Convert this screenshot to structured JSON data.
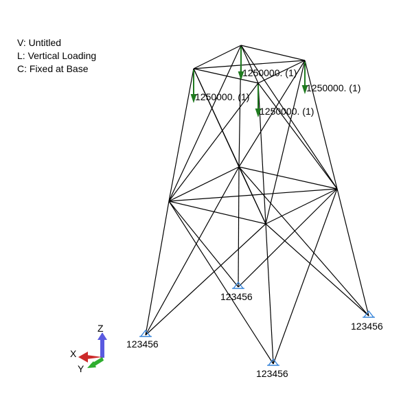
{
  "legend": {
    "view": "V: Untitled",
    "load": "L: Vertical Loading",
    "constraint": "C: Fixed at Base"
  },
  "loads": [
    {
      "id": "load-1",
      "label": "1250000. (1)"
    },
    {
      "id": "load-2",
      "label": "1250000. (1)"
    },
    {
      "id": "load-3",
      "label": "1250000. (1)"
    },
    {
      "id": "load-4",
      "label": "1250000. (1)"
    }
  ],
  "supports": [
    {
      "id": "support-1",
      "label": "123456"
    },
    {
      "id": "support-2",
      "label": "123456"
    },
    {
      "id": "support-3",
      "label": "123456"
    },
    {
      "id": "support-4",
      "label": "123456"
    }
  ],
  "triad": {
    "x_label": "X",
    "y_label": "Y",
    "z_label": "Z",
    "x_color": "#cc2a2a",
    "y_color": "#2fae2f",
    "z_color": "#5a5ae0"
  },
  "colors": {
    "member": "#000000",
    "load_arrow": "#1f7a1f",
    "support": "#2f7fd8"
  }
}
